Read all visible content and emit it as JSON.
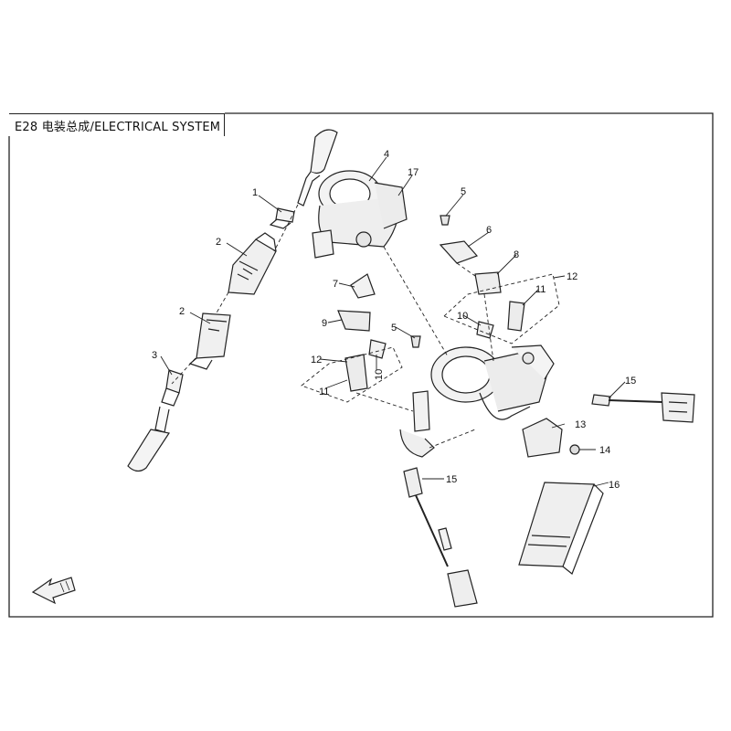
{
  "diagram": {
    "title": "E28 电装总成/ELECTRICAL SYSTEM",
    "callouts": [
      "1",
      "2",
      "2",
      "3",
      "4",
      "17",
      "5",
      "6",
      "8",
      "12",
      "11",
      "7",
      "9",
      "10",
      "5",
      "12",
      "11",
      "10",
      "13",
      "14",
      "15",
      "15",
      "16"
    ],
    "direction_icon": "front-arrow-icon"
  }
}
